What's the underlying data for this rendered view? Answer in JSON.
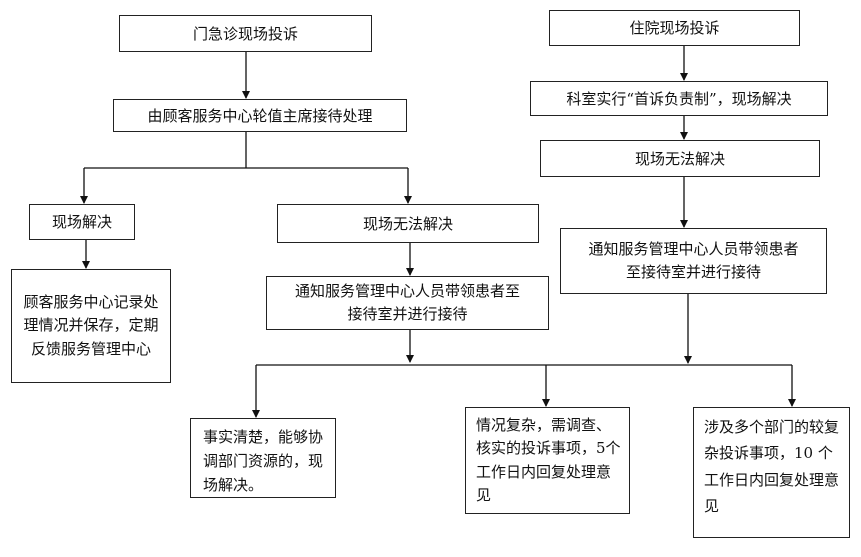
{
  "emergency": {
    "title": "门急诊现场投诉",
    "handle": "由顾客服务中心轮值主席接待处理",
    "resolved": "现场解决",
    "resolved_detail": "顾客服务中心记录处理情况并保存，定期反馈服务管理中心",
    "unresolved": "现场无法解决",
    "notify": "通知服务管理中心人员带领患者至接待室并进行接待"
  },
  "inpatient": {
    "title": "住院现场投诉",
    "first": "科室实行“首诉负责制”，现场解决",
    "unresolved": "现场无法解决",
    "notify": "通知服务管理中心人员带领患者至接待室并进行接待"
  },
  "outcomes": {
    "clear": "事实清楚，能够协调部门资源的，现场解决。",
    "complex": "情况复杂，需调查、核实的投诉事项，5个工作日内回复处理意见",
    "multi": "涉及多个部门的较复杂投诉事项，10 个工作日内回复处理意见"
  }
}
